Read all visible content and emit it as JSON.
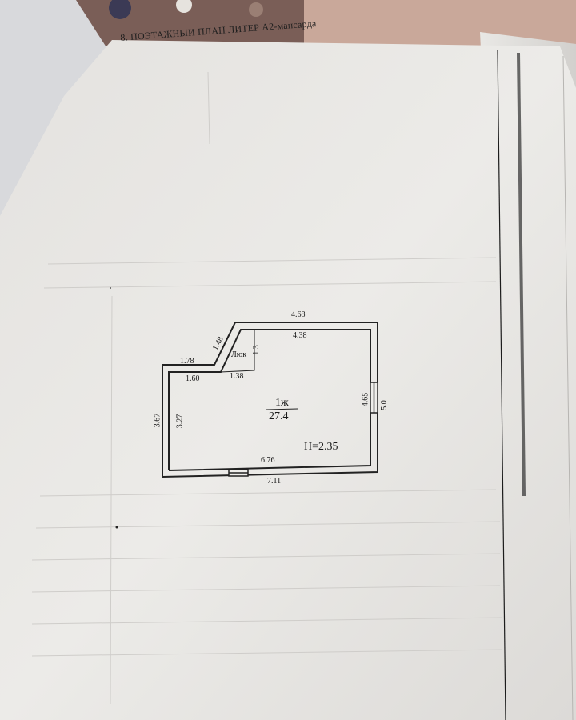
{
  "document": {
    "title": "8. ПОЭТАЖНЫИ ПЛАН ЛИТЕР  А2-мансарда"
  },
  "plan": {
    "dimensions": {
      "top_outer": "4.68",
      "top_inner": "4.38",
      "slant": "1.48",
      "left_top_outer": "1.78",
      "left_top_inner": "1.60",
      "hatch_width": "1.38",
      "hatch_height": "1.3",
      "left_outer": "3.67",
      "left_inner": "3.27",
      "right_inner": "4.65",
      "right_outer": "5.0",
      "bottom_inner": "6.76",
      "bottom_outer": "7.11"
    },
    "hatch_label": "Люк",
    "room_name": "1ж",
    "room_area": "27.4",
    "ceiling_height": "H=2.35"
  }
}
